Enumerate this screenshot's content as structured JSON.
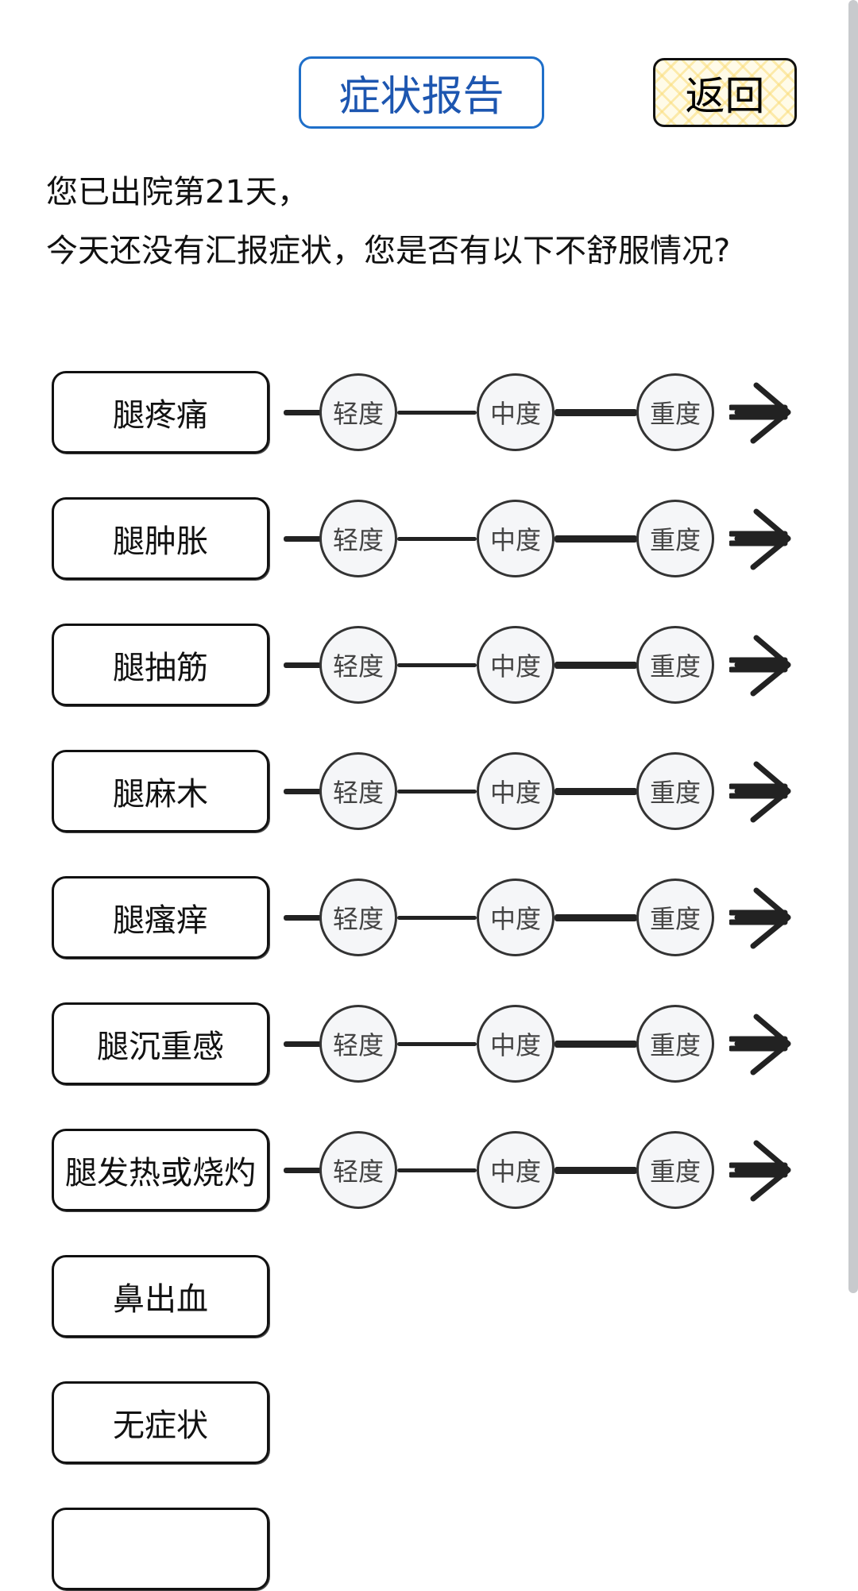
{
  "header": {
    "title": "症状报告",
    "back_label": "返回"
  },
  "intro": {
    "line1": "您已出院第21天，",
    "line2": "今天还没有汇报症状，您是否有以下不舒服情况?"
  },
  "levels": [
    "轻度",
    "中度",
    "重度"
  ],
  "symptoms": [
    {
      "label": "腿疼痛",
      "has_scale": true
    },
    {
      "label": "腿肿胀",
      "has_scale": true
    },
    {
      "label": "腿抽筋",
      "has_scale": true
    },
    {
      "label": "腿麻木",
      "has_scale": true
    },
    {
      "label": "腿瘙痒",
      "has_scale": true
    },
    {
      "label": "腿沉重感",
      "has_scale": true
    },
    {
      "label": "腿发热或烧灼",
      "has_scale": true
    },
    {
      "label": "鼻出血",
      "has_scale": false
    },
    {
      "label": "无症状",
      "has_scale": false
    },
    {
      "label": "",
      "has_scale": false
    }
  ]
}
